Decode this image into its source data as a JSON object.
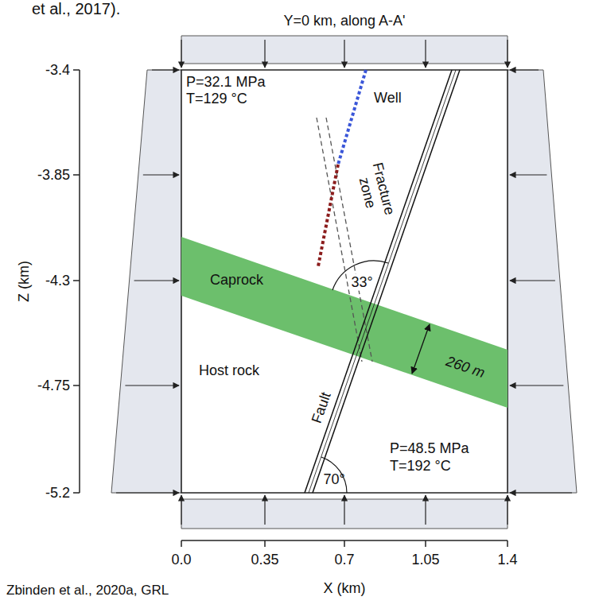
{
  "diagram": {
    "title": "Y=0 km, along A-A'",
    "caption": "Zbinden et al., 2020a, GRL",
    "nodes": [
      {
        "text": [
          "Caprock"
        ]
      }
    ],
    "labels": [
      "et al., 2017).",
      "P=32.1 MPa",
      "T=129 °C",
      "Well",
      "Fracture zone",
      "33°",
      "260 m",
      "Host rock",
      "Fault",
      "70°",
      "P=48.5 MPa",
      "T=192 °C",
      "-3.4",
      "-3.85",
      "-4.3",
      "-4.75",
      "-5.2",
      "Z (km)",
      "0.0",
      "0.35",
      "0.7",
      "1.05",
      "1.4",
      "X (km)"
    ]
  }
}
